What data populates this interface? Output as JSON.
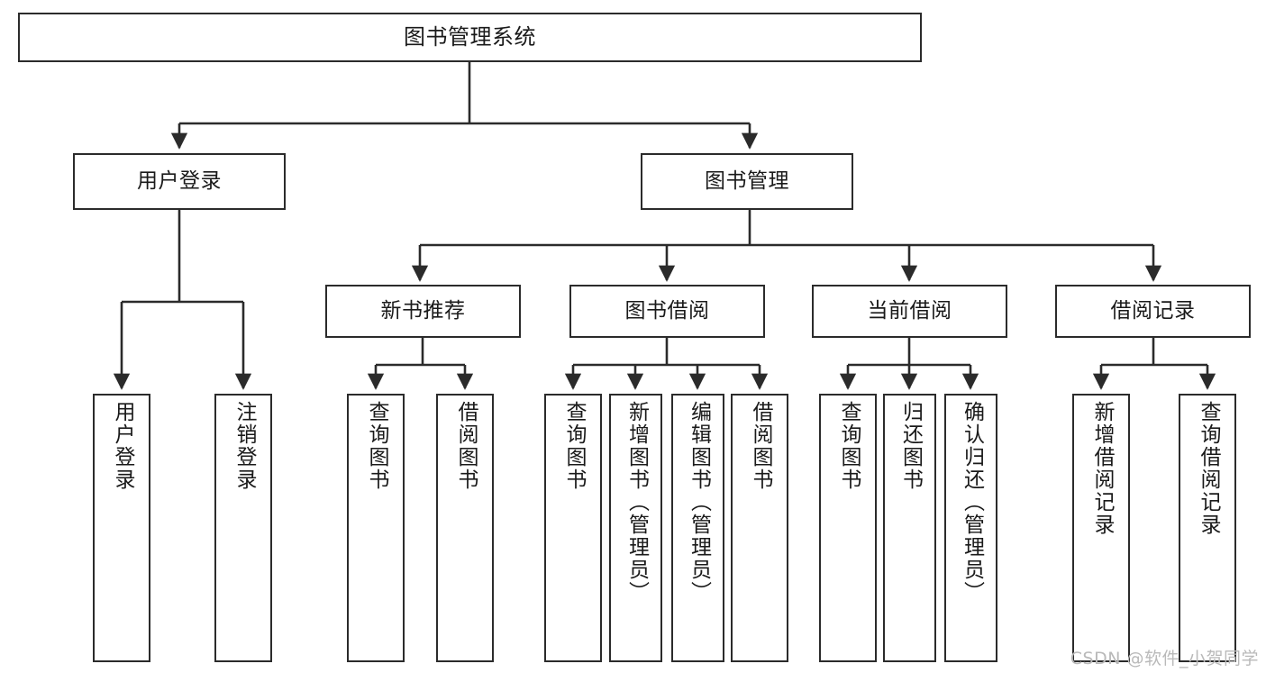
{
  "diagram": {
    "type": "tree-hierarchy",
    "title": "图书管理系统",
    "root": {
      "id": "root",
      "label": "图书管理系统"
    },
    "level2": [
      {
        "id": "user-login",
        "label": "用户登录"
      },
      {
        "id": "book-manage",
        "label": "图书管理"
      }
    ],
    "level3": [
      {
        "id": "new-book-rec",
        "label": "新书推荐",
        "parent": "book-manage"
      },
      {
        "id": "book-borrow",
        "label": "图书借阅",
        "parent": "book-manage"
      },
      {
        "id": "current-borrow",
        "label": "当前借阅",
        "parent": "book-manage"
      },
      {
        "id": "borrow-record",
        "label": "借阅记录",
        "parent": "book-manage"
      }
    ],
    "leaves": [
      {
        "id": "leaf-user-login",
        "label": "用户登录",
        "parent": "user-login"
      },
      {
        "id": "leaf-user-logout",
        "label": "注销登录",
        "parent": "user-login"
      },
      {
        "id": "leaf-query-book-1",
        "label": "查询图书",
        "parent": "new-book-rec"
      },
      {
        "id": "leaf-borrow-book-1",
        "label": "借阅图书",
        "parent": "new-book-rec"
      },
      {
        "id": "leaf-query-book-2",
        "label": "查询图书",
        "parent": "book-borrow"
      },
      {
        "id": "leaf-add-book",
        "label": "新增图书（管理员）",
        "parent": "book-borrow"
      },
      {
        "id": "leaf-edit-book",
        "label": "编辑图书（管理员）",
        "parent": "book-borrow"
      },
      {
        "id": "leaf-borrow-book-2",
        "label": "借阅图书",
        "parent": "book-borrow"
      },
      {
        "id": "leaf-query-book-3",
        "label": "查询图书",
        "parent": "current-borrow"
      },
      {
        "id": "leaf-return-book",
        "label": "归还图书",
        "parent": "current-borrow"
      },
      {
        "id": "leaf-confirm-return",
        "label": "确认归还（管理员）",
        "parent": "current-borrow"
      },
      {
        "id": "leaf-add-record",
        "label": "新增借阅记录",
        "parent": "borrow-record"
      },
      {
        "id": "leaf-query-record",
        "label": "查询借阅记录",
        "parent": "borrow-record"
      }
    ],
    "colors": {
      "stroke": "#2b2b2b",
      "fill": "#ffffff",
      "text": "#1a1a1a",
      "watermark": "#b9b9b9"
    }
  },
  "watermark": {
    "text": "CSDN @软件_小贺同学"
  }
}
